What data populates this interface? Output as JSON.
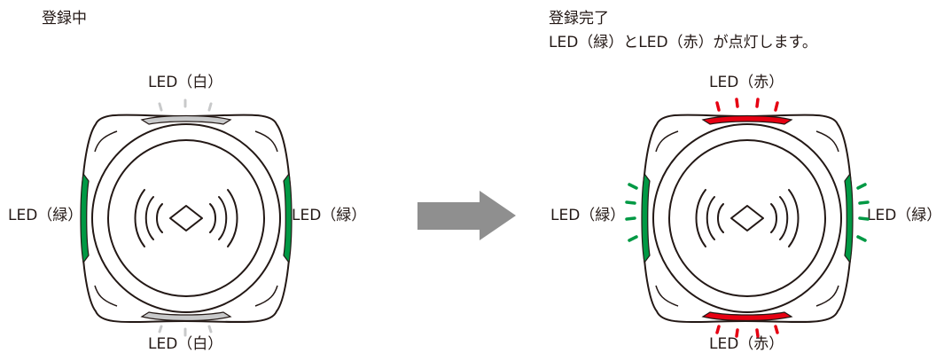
{
  "left_panel": {
    "heading": "登録中",
    "led_top": "LED（白）",
    "led_bottom": "LED（白）",
    "led_left": "LED（緑）",
    "led_right": "LED（緑）"
  },
  "right_panel": {
    "heading": "登録完了",
    "subheading": "LED（緑）とLED（赤）が点灯します。",
    "led_top": "LED（赤）",
    "led_bottom": "LED（赤）",
    "led_left": "LED（緑）",
    "led_right": "LED（緑）"
  },
  "colors": {
    "outline": "#231815",
    "led_white": "#c8c9ca",
    "led_white_glow": "#c8c9ca",
    "led_green": "#009944",
    "led_red": "#e60012",
    "arrow": "#8f8f8f"
  },
  "icons": {
    "device_left": "reader-device-icon",
    "device_right": "reader-device-icon",
    "center_symbol": "contactless-wave-icon",
    "arrow": "right-arrow-icon"
  }
}
